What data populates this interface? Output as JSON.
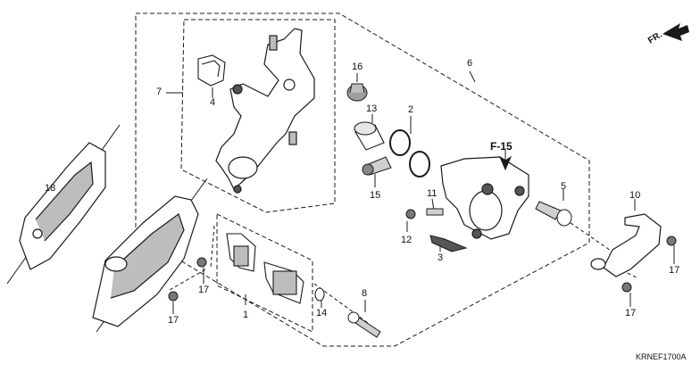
{
  "diagram": {
    "direction_label": "FR.",
    "reference_label": "F-15",
    "drawing_code": "KRNEF1700A",
    "callouts": {
      "c1": "1",
      "c2": "2",
      "c3": "3",
      "c4": "4",
      "c5": "5",
      "c6": "6",
      "c7": "7",
      "c8": "8",
      "c10": "10",
      "c11": "11",
      "c12": "12",
      "c13": "13",
      "c14": "14",
      "c15": "15",
      "c16": "16",
      "c17a": "17",
      "c17b": "17",
      "c17c": "17",
      "c17d": "17",
      "c18": "18"
    }
  },
  "colors": {
    "line": "#1a1a1a",
    "part_fill": "#ffffff",
    "shade": "#bdbdbd",
    "dark": "#555555"
  }
}
